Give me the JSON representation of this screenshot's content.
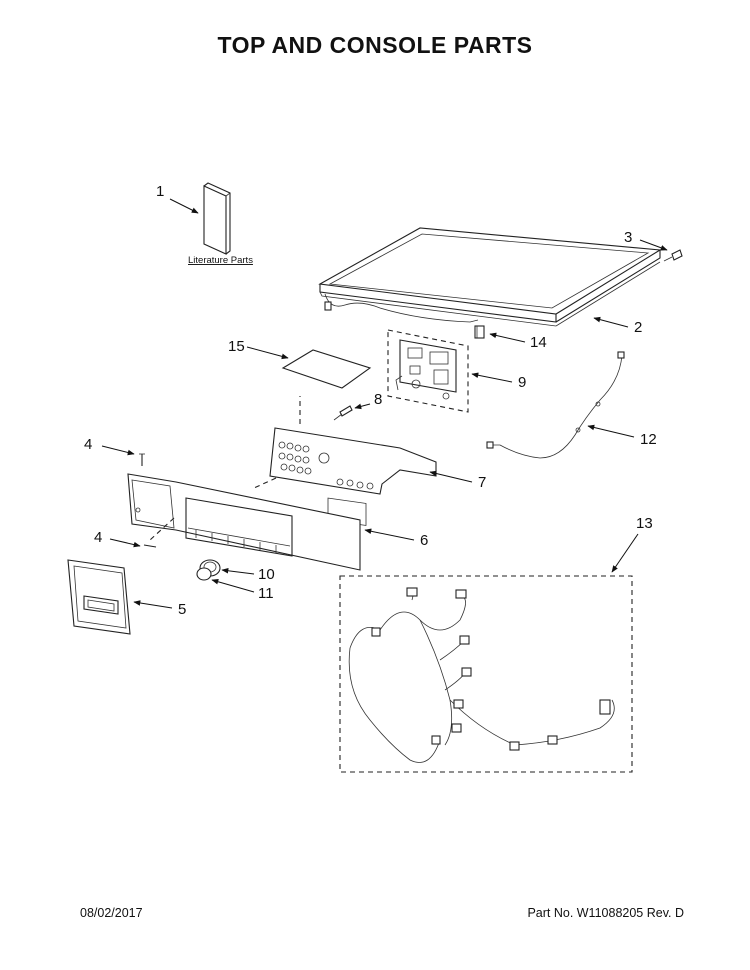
{
  "title": "TOP AND CONSOLE PARTS",
  "footer": {
    "date": "08/02/2017",
    "part_number": "Part No.  W11088205   Rev.  D"
  },
  "callouts": {
    "c1": "1",
    "c2": "2",
    "c3": "3",
    "c4a": "4",
    "c4b": "4",
    "c5": "5",
    "c6": "6",
    "c7": "7",
    "c8": "8",
    "c9": "9",
    "c10": "10",
    "c11": "11",
    "c12": "12",
    "c13": "13",
    "c14": "14",
    "c15": "15"
  },
  "literature_label": "Literature Parts"
}
